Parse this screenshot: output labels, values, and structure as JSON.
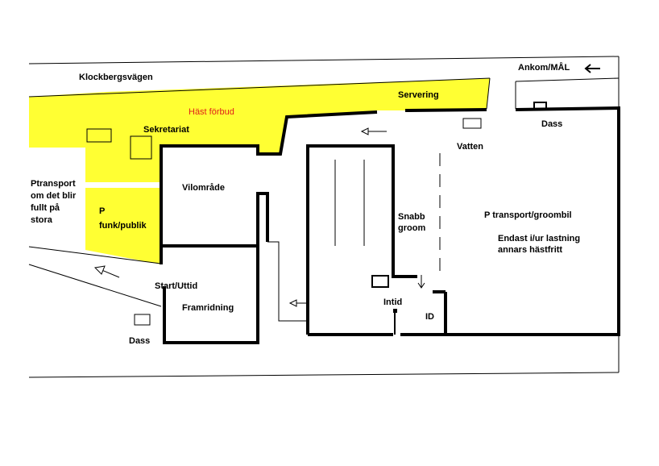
{
  "colors": {
    "zone_yellow": "#ffff33",
    "no_horses_text": "#e0201a",
    "line": "#000000",
    "background": "#ffffff"
  },
  "labels": {
    "road": "Klockbergsvägen",
    "arrival": "Ankom/MÅL",
    "serving": "Servering",
    "no_horses": "Häst förbud",
    "secretariat": "Sekretariat",
    "toilet_top": "Dass",
    "water": "Vatten",
    "transport_1": "Ptransport",
    "transport_2": "om det blir",
    "transport_3": "fullt på",
    "transport_4": "stora",
    "rest_area": "Vilområde",
    "parking_1": "P",
    "parking_2": "funk/publik",
    "quick_groom_1": "Snabb",
    "quick_groom_2": "groom",
    "groom_parking": "P transport/groombil",
    "loading_1": "Endast i/ur lastning",
    "loading_2": "annars hästfritt",
    "start": "Start/Uttid",
    "ride_up": "Framridning",
    "in_time": "Intid",
    "id": "ID",
    "toilet_bottom": "Dass"
  },
  "icons": [
    "arrow-left-icon",
    "arrow-down-icon",
    "toilet-icon"
  ]
}
